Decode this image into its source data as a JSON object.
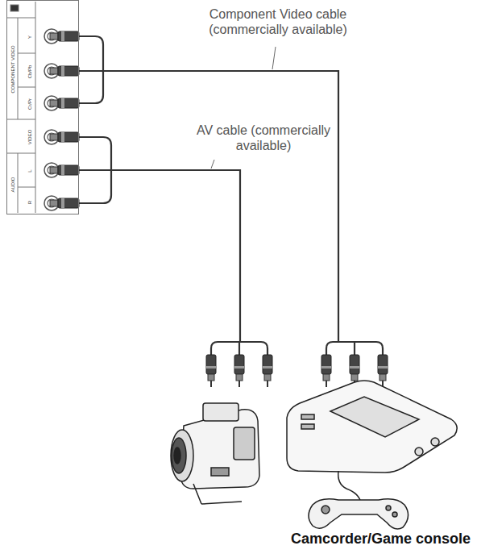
{
  "diagram": {
    "nodes": [
      {
        "text": [
          "COMPONENT VIDEO",
          "Y",
          "Cb/Pb",
          "Cr/Pr",
          "VIDEO",
          "AUDIO",
          "L",
          "R"
        ]
      }
    ],
    "labels": [
      "Component Video cable (commercially available)",
      "AV cable (commercially available)",
      "Camcorder/Game console"
    ]
  }
}
